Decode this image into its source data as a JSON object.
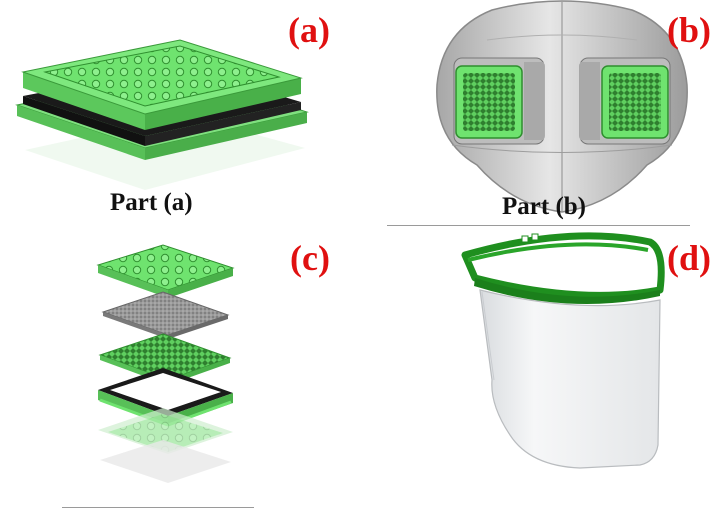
{
  "panels": {
    "a": {
      "label": "(a)",
      "caption": "Part (a)"
    },
    "b": {
      "label": "(b)",
      "caption": "Part (b)"
    },
    "c": {
      "label": "(c)"
    },
    "d": {
      "label": "(d)"
    }
  },
  "colors": {
    "label_red": "#e01010",
    "filter_green": "#6fe36f",
    "filter_green_dark": "#3aa63a",
    "shield_green": "#1f8f1f",
    "gasket_black": "#1a1a1a",
    "mask_gray": "#c8c8c8",
    "felt_gray": "#8d8d8d"
  },
  "icons": {
    "a": "filter-cartridge-icon",
    "b": "respirator-mask-icon",
    "c": "exploded-filter-stack-icon",
    "d": "face-shield-icon"
  }
}
